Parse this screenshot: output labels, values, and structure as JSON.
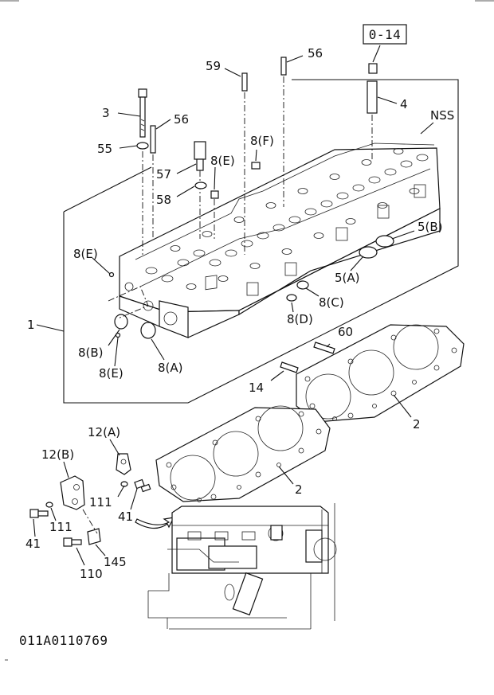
{
  "diagram": {
    "ref_box": "0-14",
    "drawing_code": "011A0110769",
    "labels": {
      "p3": "3",
      "p56a": "56",
      "p56b": "56",
      "p59": "59",
      "p55": "55",
      "p57": "57",
      "p58": "58",
      "p4": "4",
      "nss": "NSS",
      "p8f": "8(F)",
      "p8e_top": "8(E)",
      "p8e_left": "8(E)",
      "p8e_bottom": "8(E)",
      "p8b": "8(B)",
      "p8a": "8(A)",
      "p8c": "8(C)",
      "p8d": "8(D)",
      "p5a": "5(A)",
      "p5b": "5(B)",
      "p1": "1",
      "p60": "60",
      "p14": "14",
      "p2a": "2",
      "p2b": "2",
      "p12a": "12(A)",
      "p12b": "12(B)",
      "p111a": "111",
      "p111b": "111",
      "p41a": "41",
      "p41b": "41",
      "p110": "110",
      "p145": "145"
    }
  }
}
